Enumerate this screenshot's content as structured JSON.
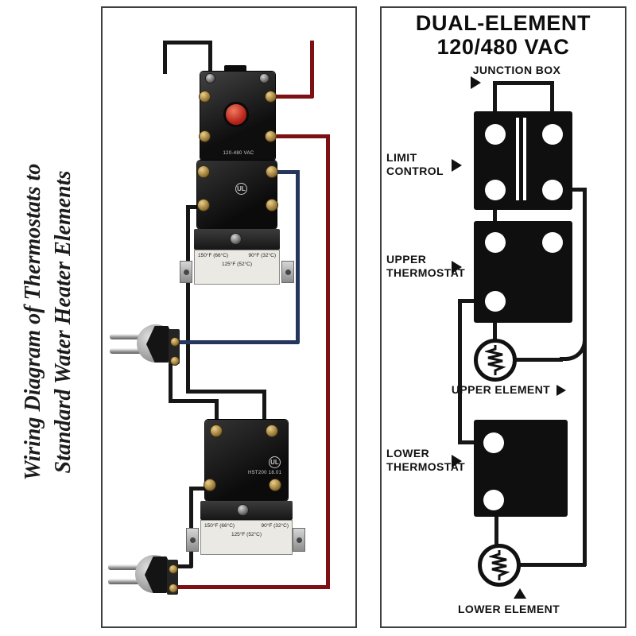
{
  "left_panel": {
    "caption_line1": "Wiring Diagram of Thermostats to",
    "caption_line2": "Standard Water Heater Elements",
    "upper_unit": {
      "small_print": "120-480 VAC",
      "ul_mark": "UL"
    },
    "lower_unit": {
      "ul_mark": "UL",
      "model_print": "HST200 18.01"
    },
    "thermo_label": {
      "hot": "150°F (66°C)",
      "cold": "90°F (32°C)",
      "set": "125°F (52°C)"
    },
    "wire_colors": {
      "black": "#161616",
      "red": "#7c1013",
      "blue": "#24365e"
    }
  },
  "right_panel": {
    "title_line1": "DUAL-ELEMENT",
    "title_line2": "120/480 VAC",
    "labels": {
      "junction_box": "JUNCTION BOX",
      "limit_1": "LIMIT",
      "limit_2": "CONTROL",
      "upper_thermo_1": "UPPER",
      "upper_thermo_2": "THERMOSTAT",
      "upper_element": "UPPER ELEMENT",
      "lower_thermo_1": "LOWER",
      "lower_thermo_2": "THERMOSTAT",
      "lower_element": "LOWER ELEMENT"
    }
  }
}
